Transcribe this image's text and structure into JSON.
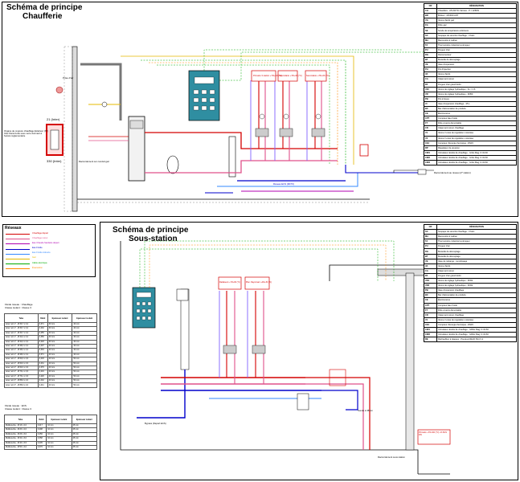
{
  "top_sheet": {
    "title_line1": "Schéma de principe",
    "title_line2": "Chaufferie",
    "label_21": "21 (Inter)",
    "label_33": "330 (Inter)",
    "label_raccord": "Raccordement sur conduit gaz",
    "label_cheminee": "Organe de coupure chauffage Extérieur (N°) Inter Dans boîte sous verre dormant à l'accès réglementaire",
    "label_prise": "Prise d'air",
    "label_retour": "Raccordement au réseau (2* station)",
    "label_reseau": "Réseau ECS (90/70)",
    "collector_labels": [
      "Primaire 3 station +70/+60 (°C)",
      "Secondaire +70/+60 (°C)",
      "Secondaire +70/+60 (°C)"
    ],
    "legend_header_code": "CR",
    "legend_header_label": "DÉSIGNATION",
    "legend": [
      {
        "code": "CH",
        "label": "Chaudière - ATLANTIC Varmax - P = 225kW"
      },
      {
        "code": "BR",
        "label": "Brûleur - MODULANT"
      },
      {
        "code": "VG",
        "label": "Vanne d'arrêt gaz"
      },
      {
        "code": "FG",
        "label": "Filtre gaz"
      },
      {
        "code": "SE",
        "label": "Sonde de température extérieure"
      },
      {
        "code": "SC",
        "label": "Soupape de sécurité chauffage - 3 bars"
      },
      {
        "code": "MA",
        "label": "Manomètre à cadran"
      },
      {
        "code": "TA",
        "label": "Thermomètre industriel à plongeur"
      },
      {
        "code": "PU",
        "label": "Purgeur d'air"
      },
      {
        "code": "DG",
        "label": "Disconnecteur"
      },
      {
        "code": "BT",
        "label": "Bouteille de découplage"
      },
      {
        "code": "VE",
        "label": "Vase d'expansion"
      },
      {
        "code": "PH",
        "label": "Pot d'injection"
      },
      {
        "code": "VA",
        "label": "Vanne d'arrêt"
      },
      {
        "code": "CA",
        "label": "Clapet anti-retour"
      },
      {
        "code": "PA",
        "label": "Purgeur d'air grand débit"
      },
      {
        "code": "V3V",
        "label": "Vanne de réglage hydraulique - Kv = 1,6"
      },
      {
        "code": "VR",
        "label": "Vanne de réglage hydraulique - DN50"
      },
      {
        "code": "PB",
        "label": "Pot à boues"
      },
      {
        "code": "VI",
        "label": "Vase d'expansion chauffage - 35 L"
      },
      {
        "code": "BC",
        "label": "Bac d'alimentation de produits"
      },
      {
        "code": "CE",
        "label": "Électrovanne"
      },
      {
        "code": "CPT",
        "label": "Compteur Eau froide"
      },
      {
        "code": "FT",
        "label": "Filtre à tamis démontable"
      },
      {
        "code": "CD",
        "label": "Clapet anti-retour chauffage"
      },
      {
        "code": "V1",
        "label": "Vanne 3 voies de régulation motorisée"
      },
      {
        "code": "V2",
        "label": "Vanne 3 voies de régulation motorisée"
      },
      {
        "code": "CE1",
        "label": "Compteur d'énergie thermique - DN15"
      },
      {
        "code": "RP",
        "label": "Régulateur de pression"
      },
      {
        "code": "CIR1",
        "label": "Circulateur double de chauffage - Grfos Mag. D 32-60"
      },
      {
        "code": "CIR2",
        "label": "Circulateur double de chauffage - Grfos Mag. D 32-60"
      },
      {
        "code": "CIR3",
        "label": "Circulateur double de chauffage - Grfos Mag. D 32-60"
      }
    ]
  },
  "bottom_sheet": {
    "title_line1": "Schéma de principe",
    "title_line2": "Sous-station",
    "label_primaire": "Primaire +70/+60 (°C) +5 ZGS DN",
    "label_raccord": "Raccordement sous station",
    "label_sonde": "Sonde à 35mm",
    "label_bypass": "Bypass (Départ ECS)",
    "collector_labels": [
      "Radiateurs +70/+60 (°C)",
      "Plan. Rayonnant +40/+30 (°C)"
    ],
    "legend_header_code": "CR",
    "legend_header_label": "DÉSIGNATION",
    "legend": [
      {
        "code": "SC",
        "label": "Soupape de sécurité chauffage - 3 bars"
      },
      {
        "code": "MA",
        "label": "Manomètre à cadran"
      },
      {
        "code": "TA",
        "label": "Thermomètre industriel à plongeur"
      },
      {
        "code": "PU",
        "label": "Purgeur d'air"
      },
      {
        "code": "DG",
        "label": "Bouteille de découplage"
      },
      {
        "code": "BT",
        "label": "Bouteille de découplage"
      },
      {
        "code": "VE",
        "label": "Vase de mélange - remplissage"
      },
      {
        "code": "VA",
        "label": "Vanne d'arrêt"
      },
      {
        "code": "CA",
        "label": "Clapet anti-retour"
      },
      {
        "code": "PA",
        "label": "Purgeur d'air grand débit"
      },
      {
        "code": "VR1",
        "label": "Vanne de réglage hydraulique - DN32"
      },
      {
        "code": "VR2",
        "label": "Vanne de réglage hydraulique - DN32"
      },
      {
        "code": "PB",
        "label": "Vase d'expansion chauffage"
      },
      {
        "code": "BC",
        "label": "Bac d'alimentation de produits"
      },
      {
        "code": "CE",
        "label": "Électrovanne"
      },
      {
        "code": "CPT",
        "label": "Compteur Eau froide"
      },
      {
        "code": "FT",
        "label": "Filtre à tamis démontable"
      },
      {
        "code": "CD",
        "label": "Clapet anti-retour chauffage"
      },
      {
        "code": "V1",
        "label": "Vanne 3 voies de régulation motorisée"
      },
      {
        "code": "CE1",
        "label": "Compteur d'énergie thermique - DN15"
      },
      {
        "code": "CIR1",
        "label": "Circulateur double de chauffage - GRfos Mag. D 32-60"
      },
      {
        "code": "CIR2",
        "label": "Circulateur double de chauffage - GRfos Mag. D 32-60"
      },
      {
        "code": "RE",
        "label": "Réchauffeur à plaques - Pourquoi RE(3) 6S4 V-1"
      }
    ]
  },
  "reseaux": {
    "title": "Réseaux",
    "items": [
      {
        "label": "Chauffage départ",
        "color": "#d40000"
      },
      {
        "label": "Chauffage retour",
        "color": "#e0508a"
      },
      {
        "label": "Eau Chaude Sanitaire départ",
        "color": "#b000b0"
      },
      {
        "label": "Eau Froide",
        "color": "#0000cc"
      },
      {
        "label": "Eau Froide Adoucie",
        "color": "#3388ff"
      },
      {
        "label": "Gaz",
        "color": "#e5b800"
      },
      {
        "label": "Câble électrique",
        "color": "#00aa00"
      },
      {
        "label": "Évacuation",
        "color": "#ff8800"
      }
    ]
  },
  "pipe_table_1": {
    "header": [
      "Tube",
      "Débit",
      "Epaisseur isolant",
      "Epaisseur isolant"
    ],
    "rows": [
      [
        "Acier noir 1\" - Ø 33,7 x 3,2",
        "0,371",
        "30 mm",
        "40 mm"
      ],
      [
        "Acier noir 1\" - Ø 33,7 x 3,2",
        "0,232",
        "30 mm",
        "40 mm"
      ],
      [
        "Acier noir 1\" - Ø 33,7 x 3,2",
        "0,255",
        "30 mm",
        "40 mm"
      ],
      [
        "Acier noir 1\" - Ø 42,4 x 3,2",
        "0,366",
        "30 mm",
        "40 mm"
      ],
      [
        "Acier noir 1\" - Ø 42,4 x 3,2",
        "0,218",
        "30 mm",
        "40 mm"
      ],
      [
        "Acier noir 1\" - Ø 48,3 x 3,2",
        "0,407",
        "40 mm",
        "40 mm"
      ],
      [
        "Acier noir 1\" - Ø 48,3 x 3,2",
        "0,394",
        "40 mm",
        "40 mm"
      ],
      [
        "Acier noir 1\" - Ø 48,3 x 3,2",
        "0,371",
        "40 mm",
        "40 mm"
      ],
      [
        "Acier noir 1\" - Ø 60,3 x 3,6",
        "0,403",
        "40 mm",
        "50 mm"
      ],
      [
        "Acier noir 2\" - Ø 60,3 x 3,6",
        "0,431",
        "40 mm",
        "50 mm"
      ],
      [
        "Acier noir 2\" - Ø 60,3 x 3,6",
        "0,376",
        "40 mm",
        "50 mm"
      ],
      [
        "Acier noir 2\" - Ø 76,1 x 3,6",
        "0,419",
        "40 mm",
        "50 mm"
      ],
      [
        "Acier noir 2\" - Ø 76,1 x 3,6",
        "0,426",
        "40 mm",
        "50 mm"
      ],
      [
        "Acier noir 3\" - Ø 88,9 x 4,0",
        "0,432",
        "40 mm",
        "50 mm"
      ],
      [
        "Acier noir 3\" - Ø 88,9 x 4,0",
        "0,441",
        "40 mm",
        "50 mm"
      ]
    ]
  },
  "pipe_table_2": {
    "header": [
      "Tube",
      "Débit",
      "Epaisseur isolant",
      "Epaisseur isolant"
    ],
    "rows": [
      [
        "Multicouche - Ø 16 x 2,0",
        "0,217",
        "10 mm",
        "25 mm"
      ],
      [
        "Multicouche - Ø 20 x 2,0",
        "0,298",
        "10 mm",
        "25 mm"
      ],
      [
        "Multicouche - Ø 26 x 3,0",
        "0,256",
        "10 mm",
        "25 mm"
      ],
      [
        "Multicouche - Ø 32 x 3,0",
        "0,358",
        "10 mm",
        "25 mm"
      ],
      [
        "Multicouche - Ø 40 x 3,5",
        "0,405",
        "10 mm",
        "25 mm"
      ],
      [
        "Multicouche - Ø 50 x 4,0",
        "0,376",
        "10 mm",
        "25 mm"
      ]
    ]
  },
  "summary_1": {
    "line1": "Fluide réseau :",
    "val1": "Chauffage",
    "line2": "Classe isolant :",
    "val2": "Classe 3"
  },
  "summary_2": {
    "line1": "Fluide réseau :",
    "val1": "ECS",
    "line2": "Classe isolant :",
    "val2": "Classe 3"
  }
}
